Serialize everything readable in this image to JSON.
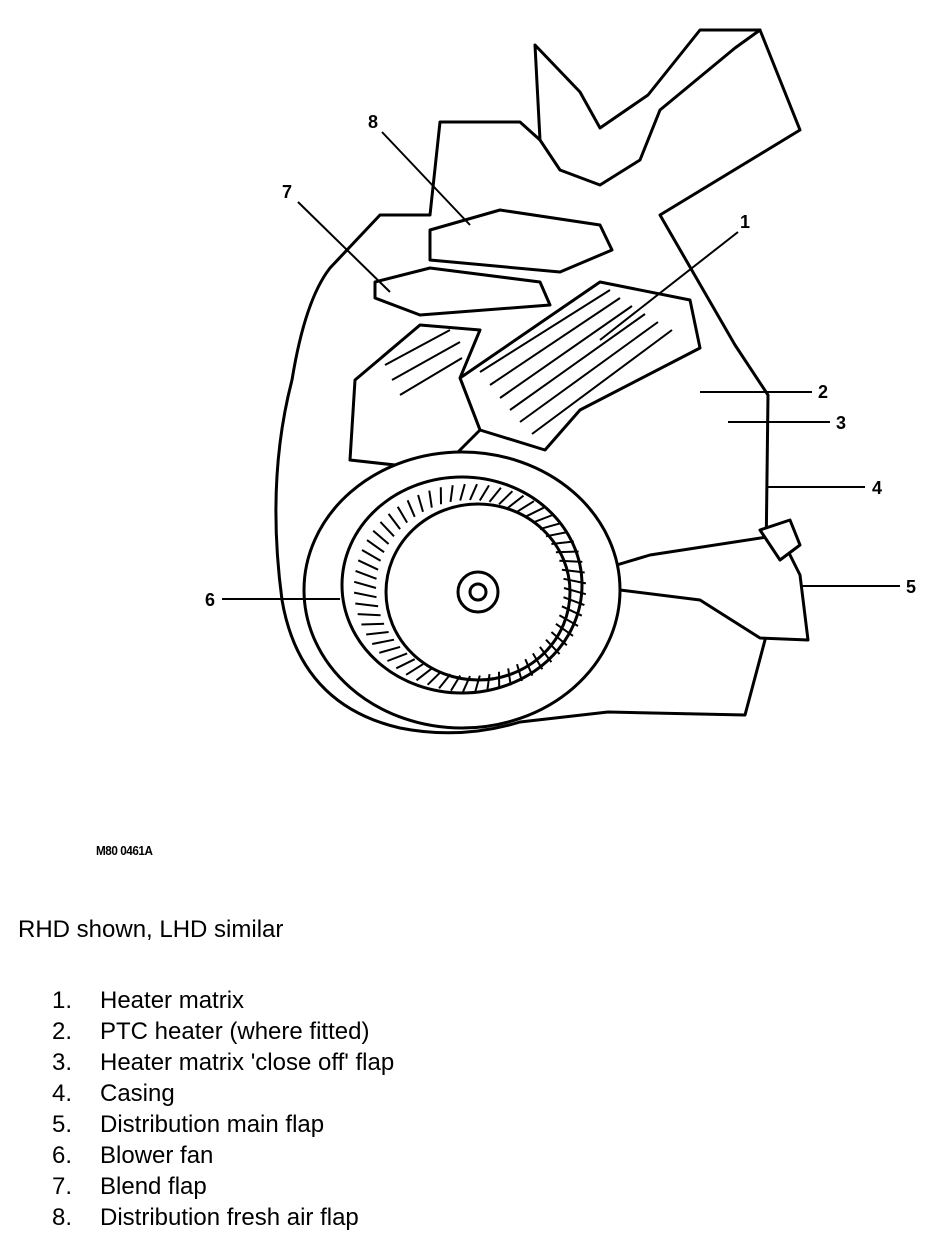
{
  "diagram": {
    "callouts": [
      {
        "num": "1"
      },
      {
        "num": "2"
      },
      {
        "num": "3"
      },
      {
        "num": "4"
      },
      {
        "num": "5"
      },
      {
        "num": "6"
      },
      {
        "num": "7"
      },
      {
        "num": "8"
      }
    ]
  },
  "reference_code": "M80 0461A",
  "caption": "RHD shown, LHD similar",
  "legend": [
    {
      "num": "1.",
      "label": "Heater matrix"
    },
    {
      "num": "2.",
      "label": "PTC heater (where fitted)"
    },
    {
      "num": "3.",
      "label": "Heater matrix 'close off' flap"
    },
    {
      "num": "4.",
      "label": "Casing"
    },
    {
      "num": "5.",
      "label": "Distribution main flap"
    },
    {
      "num": "6.",
      "label": "Blower fan"
    },
    {
      "num": "7.",
      "label": "Blend flap"
    },
    {
      "num": "8.",
      "label": "Distribution fresh air flap"
    }
  ]
}
